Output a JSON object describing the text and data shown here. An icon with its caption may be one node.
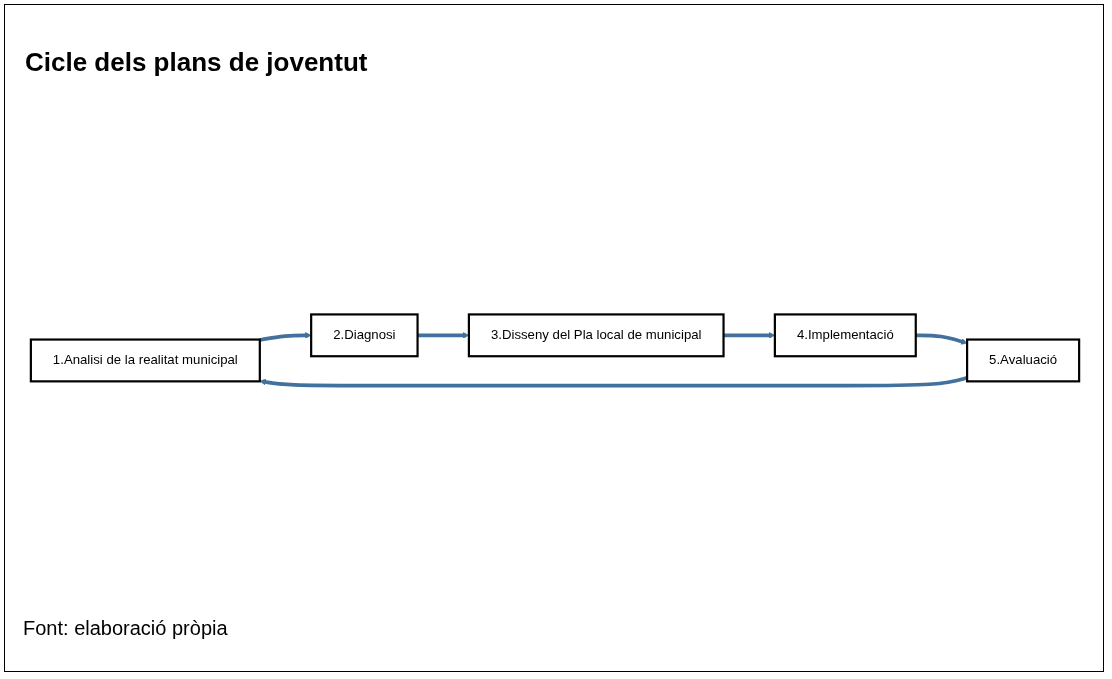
{
  "diagram": {
    "title": "Cicle dels plans de joventut",
    "caption": "Font: elaboració pròpia",
    "nodes": [
      {
        "text": [
          "1.Analisi de la realitat municipal"
        ]
      },
      {
        "text": [
          "2.Diagnosi"
        ]
      },
      {
        "text": [
          "3.Disseny del Pla local de municipal"
        ]
      },
      {
        "text": [
          "4.Implementació"
        ]
      },
      {
        "text": [
          "5.Avaluació"
        ]
      }
    ],
    "edges": [
      {
        "from": 0,
        "to": 1,
        "arrow": "to"
      },
      {
        "from": 1,
        "to": 2,
        "arrow": "to"
      },
      {
        "from": 2,
        "to": 3,
        "arrow": "to"
      },
      {
        "from": 3,
        "to": 4,
        "arrow": "to"
      },
      {
        "from": 4,
        "to": 0,
        "arrow": "to"
      }
    ]
  }
}
